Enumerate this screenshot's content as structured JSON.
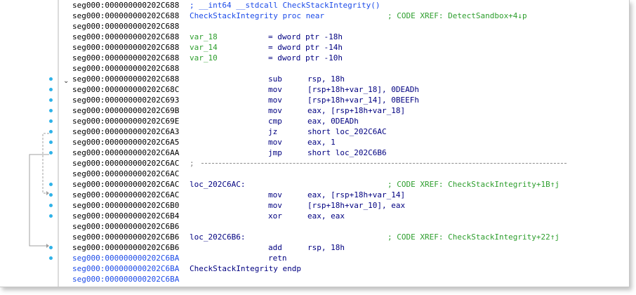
{
  "lines": [
    {
      "addr": "seg000:000000000202C688",
      "parts": [
        {
          "col": "c270",
          "cls": "t-blue",
          "text": "; __int64 __stdcall CheckStackIntegrity()"
        }
      ]
    },
    {
      "addr": "seg000:000000000202C688",
      "parts": [
        {
          "col": "c270",
          "cls": "t-blue",
          "text": "CheckStackIntegrity proc near"
        },
        {
          "col": "c552",
          "cls": "t-green",
          "text": "; CODE XREF: DetectSandbox+4↓p"
        }
      ]
    },
    {
      "addr": "seg000:000000000202C688",
      "parts": []
    },
    {
      "addr": "seg000:000000000202C688",
      "parts": [
        {
          "col": "c270",
          "cls": "t-green",
          "text": "var_18"
        },
        {
          "col": "c382",
          "cls": "t-navy",
          "text": "= dword ptr -18h"
        }
      ]
    },
    {
      "addr": "seg000:000000000202C688",
      "parts": [
        {
          "col": "c270",
          "cls": "t-green",
          "text": "var_14"
        },
        {
          "col": "c382",
          "cls": "t-navy",
          "text": "= dword ptr -14h"
        }
      ]
    },
    {
      "addr": "seg000:000000000202C688",
      "parts": [
        {
          "col": "c270",
          "cls": "t-green",
          "text": "var_10"
        },
        {
          "col": "c382",
          "cls": "t-navy",
          "text": "= dword ptr -10h"
        }
      ]
    },
    {
      "addr": "seg000:000000000202C688",
      "parts": []
    },
    {
      "addr": "seg000:000000000202C688",
      "parts": [
        {
          "col": "c382",
          "cls": "t-navy",
          "text": "sub"
        },
        {
          "col": "c438",
          "cls": "t-navy",
          "text": "rsp, 18h"
        }
      ]
    },
    {
      "addr": "seg000:000000000202C68C",
      "parts": [
        {
          "col": "c382",
          "cls": "t-navy",
          "text": "mov"
        },
        {
          "col": "c438",
          "cls": "t-navy",
          "text": "[rsp+18h+var_18], 0DEADh"
        }
      ]
    },
    {
      "addr": "seg000:000000000202C693",
      "parts": [
        {
          "col": "c382",
          "cls": "t-navy",
          "text": "mov"
        },
        {
          "col": "c438",
          "cls": "t-navy",
          "text": "[rsp+18h+var_14], 0BEEFh"
        }
      ]
    },
    {
      "addr": "seg000:000000000202C69B",
      "parts": [
        {
          "col": "c382",
          "cls": "t-navy",
          "text": "mov"
        },
        {
          "col": "c438",
          "cls": "t-navy",
          "text": "eax, [rsp+18h+var_18]"
        }
      ]
    },
    {
      "addr": "seg000:000000000202C69E",
      "parts": [
        {
          "col": "c382",
          "cls": "t-navy",
          "text": "cmp"
        },
        {
          "col": "c438",
          "cls": "t-navy",
          "text": "eax, 0DEADh"
        }
      ]
    },
    {
      "addr": "seg000:000000000202C6A3",
      "parts": [
        {
          "col": "c382",
          "cls": "t-navy",
          "text": "jz"
        },
        {
          "col": "c438",
          "cls": "t-navy",
          "text": "short loc_202C6AC"
        }
      ]
    },
    {
      "addr": "seg000:000000000202C6A5",
      "parts": [
        {
          "col": "c382",
          "cls": "t-navy",
          "text": "mov"
        },
        {
          "col": "c438",
          "cls": "t-navy",
          "text": "eax, 1"
        }
      ]
    },
    {
      "addr": "seg000:000000000202C6AA",
      "parts": [
        {
          "col": "c382",
          "cls": "t-navy",
          "text": "jmp"
        },
        {
          "col": "c438",
          "cls": "t-navy",
          "text": "short loc_202C6B6"
        }
      ]
    },
    {
      "addr": "seg000:000000000202C6AC",
      "sep": true,
      "parts": [
        {
          "col": "c270",
          "cls": "t-gray",
          "text": ";"
        }
      ]
    },
    {
      "addr": "seg000:000000000202C6AC",
      "parts": []
    },
    {
      "addr": "seg000:000000000202C6AC",
      "parts": [
        {
          "col": "c270",
          "cls": "t-navy",
          "text": "loc_202C6AC:"
        },
        {
          "col": "c552",
          "cls": "t-green",
          "text": "; CODE XREF: CheckStackIntegrity+1B↑j"
        }
      ]
    },
    {
      "addr": "seg000:000000000202C6AC",
      "parts": [
        {
          "col": "c382",
          "cls": "t-navy",
          "text": "mov"
        },
        {
          "col": "c438",
          "cls": "t-navy",
          "text": "eax, [rsp+18h+var_14]"
        }
      ]
    },
    {
      "addr": "seg000:000000000202C6B0",
      "parts": [
        {
          "col": "c382",
          "cls": "t-navy",
          "text": "mov"
        },
        {
          "col": "c438",
          "cls": "t-navy",
          "text": "[rsp+18h+var_10], eax"
        }
      ]
    },
    {
      "addr": "seg000:000000000202C6B4",
      "parts": [
        {
          "col": "c382",
          "cls": "t-navy",
          "text": "xor"
        },
        {
          "col": "c438",
          "cls": "t-navy",
          "text": "eax, eax"
        }
      ]
    },
    {
      "addr": "seg000:000000000202C6B6",
      "parts": []
    },
    {
      "addr": "seg000:000000000202C6B6",
      "parts": [
        {
          "col": "c270",
          "cls": "t-navy",
          "text": "loc_202C6B6:"
        },
        {
          "col": "c552",
          "cls": "t-green",
          "text": "; CODE XREF: CheckStackIntegrity+22↑j"
        }
      ]
    },
    {
      "addr": "seg000:000000000202C6B6",
      "parts": [
        {
          "col": "c382",
          "cls": "t-navy",
          "text": "add"
        },
        {
          "col": "c438",
          "cls": "t-navy",
          "text": "rsp, 18h"
        }
      ]
    },
    {
      "addr": "seg000:000000000202C6BA",
      "blue": true,
      "parts": [
        {
          "col": "c382",
          "cls": "t-navy",
          "text": "retn"
        }
      ]
    },
    {
      "addr": "seg000:000000000202C6BA",
      "blue": true,
      "parts": [
        {
          "col": "c270",
          "cls": "t-navy",
          "text": "CheckStackIntegrity endp"
        }
      ]
    },
    {
      "addr": "seg000:000000000202C6BA",
      "blue": true,
      "parts": []
    }
  ],
  "gutter": {
    "dot_rows": [
      7,
      8,
      9,
      10,
      11,
      12,
      13,
      14,
      17,
      18,
      19,
      20,
      23,
      24
    ],
    "fold_row": 7,
    "fold_glyph": "⌄"
  },
  "colors": {
    "address": "#000000",
    "address_highlight": "#1c4be8",
    "instruction": "#000080",
    "comment": "#2d9e2d",
    "function_header": "#1c4be8",
    "flow_dot": "#2fb2e8",
    "arrow": "#a0a0a0"
  }
}
